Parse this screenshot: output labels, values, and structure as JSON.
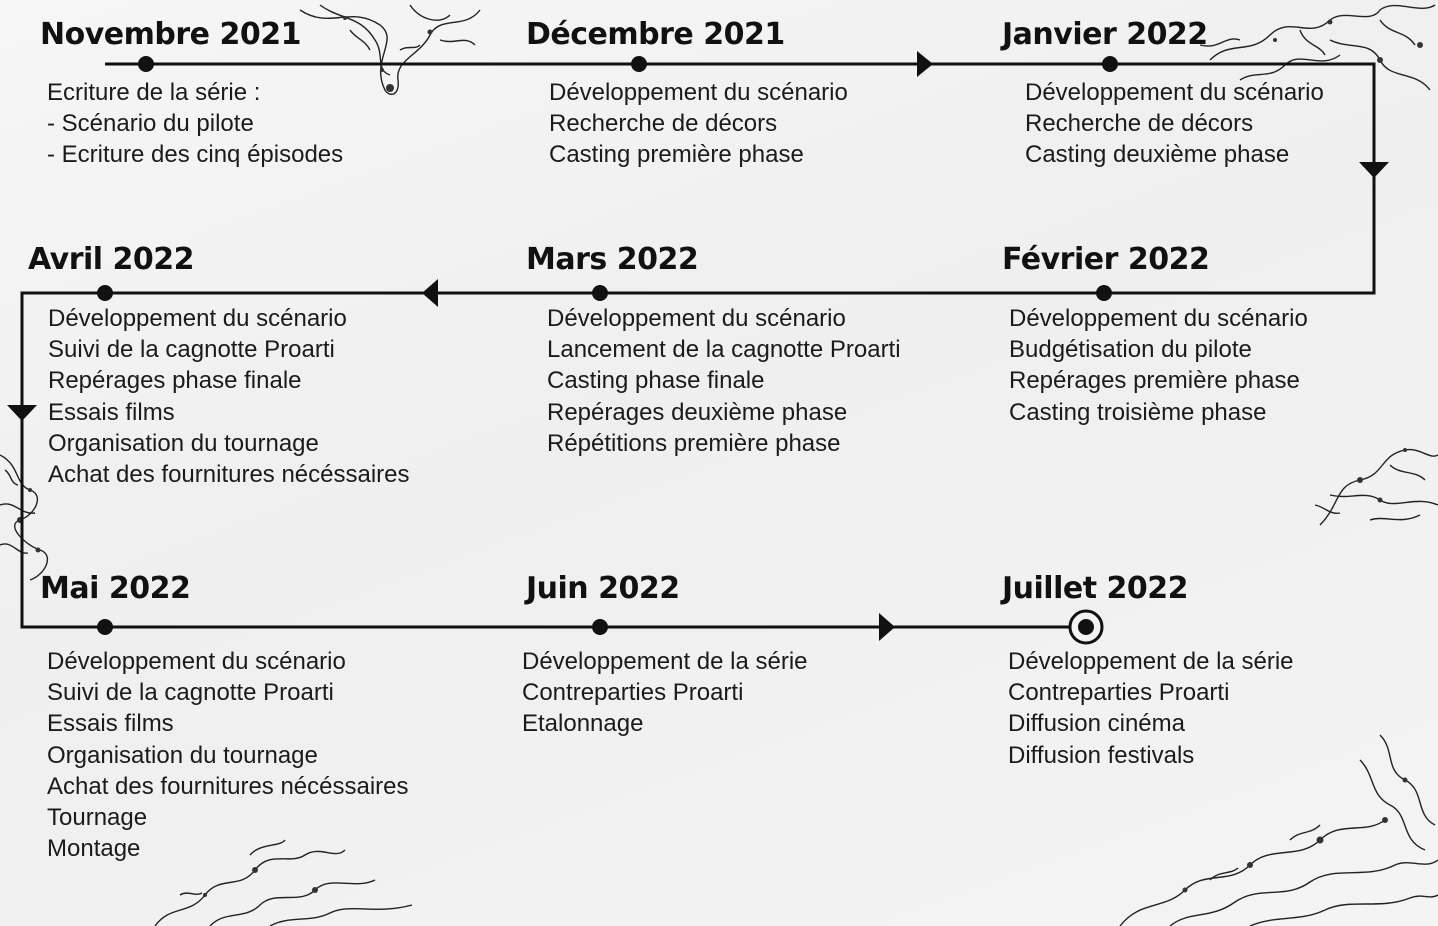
{
  "colors": {
    "line": "#111111",
    "text": "#1b1b1b",
    "background": "#f3f3f3"
  },
  "months": [
    {
      "label": "Novembre 2021",
      "tasks": [
        "Ecriture de la série :",
        "- Scénario du pilote",
        "- Ecriture des cinq épisodes"
      ]
    },
    {
      "label": "Décembre 2021",
      "tasks": [
        "Développement du scénario",
        "Recherche de décors",
        "Casting première phase"
      ]
    },
    {
      "label": "Janvier 2022",
      "tasks": [
        "Développement du scénario",
        "Recherche de décors",
        "Casting deuxième phase"
      ]
    },
    {
      "label": "Février 2022",
      "tasks": [
        "Développement du scénario",
        "Budgétisation du pilote",
        "Repérages première phase",
        "Casting troisième phase"
      ]
    },
    {
      "label": "Mars 2022",
      "tasks": [
        "Développement du scénario",
        "Lancement de la cagnotte Proarti",
        "Casting phase finale",
        "Repérages deuxième phase",
        "Répétitions première phase"
      ]
    },
    {
      "label": "Avril 2022",
      "tasks": [
        "Développement du scénario",
        "Suivi de la cagnotte Proarti",
        "Repérages phase finale",
        "Essais films",
        "Organisation du tournage",
        "Achat des fournitures nécéssaires"
      ]
    },
    {
      "label": "Mai 2022",
      "tasks": [
        "Développement du scénario",
        "Suivi de la cagnotte Proarti",
        "Essais films",
        "Organisation du tournage",
        "Achat des fournitures nécéssaires",
        "Tournage",
        "Montage"
      ]
    },
    {
      "label": "Juin 2022",
      "tasks": [
        "Développement de la série",
        "Contreparties Proarti",
        "Etalonnage"
      ]
    },
    {
      "label": "Juillet 2022",
      "tasks": [
        "Développement de la série",
        "Contreparties Proarti",
        "Diffusion cinéma",
        "Diffusion festivals"
      ]
    }
  ]
}
